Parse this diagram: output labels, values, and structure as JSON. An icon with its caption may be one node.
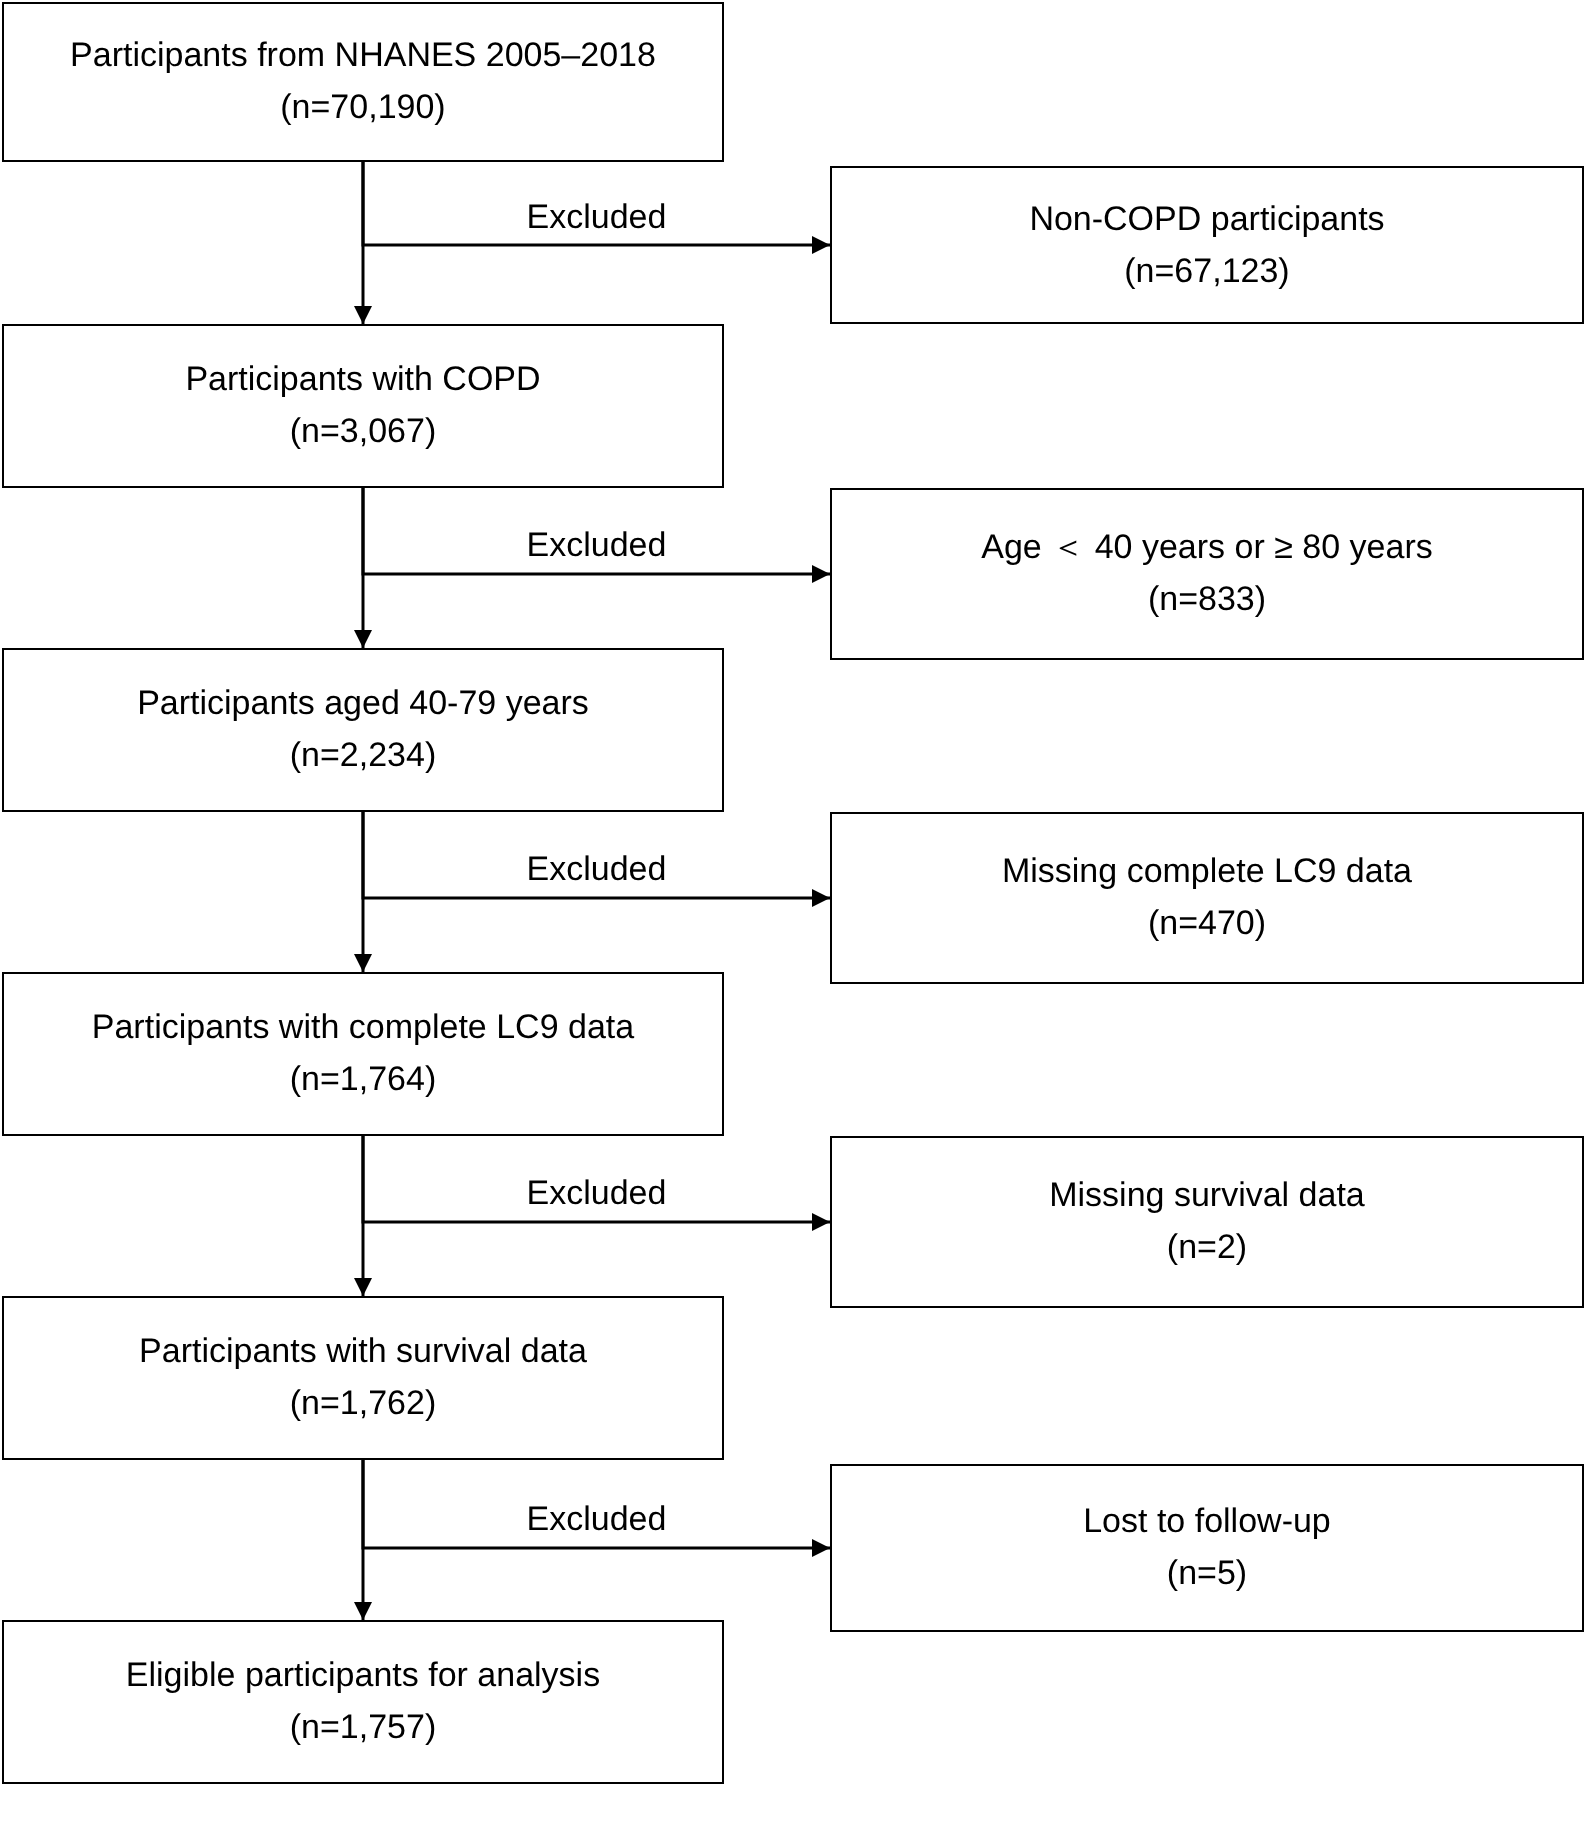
{
  "diagram": {
    "nodes": [
      {
        "text": [
          "Participants from NHANES 2005–2018",
          "(n=70,190)"
        ]
      },
      {
        "text": [
          "Non-COPD participants",
          "(n=67,123)"
        ]
      },
      {
        "text": [
          "Participants with COPD",
          "(n=3,067)"
        ]
      },
      {
        "text": [
          "Age ＜ 40 years or ≥ 80 years",
          "(n=833)"
        ]
      },
      {
        "text": [
          "Participants aged 40-79 years",
          "(n=2,234)"
        ]
      },
      {
        "text": [
          "Missing complete LC9 data",
          "(n=470)"
        ]
      },
      {
        "text": [
          "Participants with complete LC9 data",
          "(n=1,764)"
        ]
      },
      {
        "text": [
          "Missing survival data",
          "(n=2)"
        ]
      },
      {
        "text": [
          "Participants with survival data",
          "(n=1,762)"
        ]
      },
      {
        "text": [
          "Lost to follow-up",
          "(n=5)"
        ]
      },
      {
        "text": [
          "Eligible participants for analysis",
          "(n=1,757)"
        ]
      }
    ],
    "edges": [
      {
        "from": 0,
        "to": 2,
        "arrow": "to"
      },
      {
        "from": 0,
        "to": 1,
        "arrow": "to",
        "label": "Excluded"
      },
      {
        "from": 2,
        "to": 4,
        "arrow": "to"
      },
      {
        "from": 2,
        "to": 3,
        "arrow": "to",
        "label": "Excluded"
      },
      {
        "from": 4,
        "to": 6,
        "arrow": "to"
      },
      {
        "from": 4,
        "to": 5,
        "arrow": "to",
        "label": "Excluded"
      },
      {
        "from": 6,
        "to": 8,
        "arrow": "to"
      },
      {
        "from": 6,
        "to": 7,
        "arrow": "to",
        "label": "Excluded"
      },
      {
        "from": 8,
        "to": 10,
        "arrow": "to"
      },
      {
        "from": 8,
        "to": 9,
        "arrow": "to",
        "label": "Excluded"
      }
    ]
  }
}
